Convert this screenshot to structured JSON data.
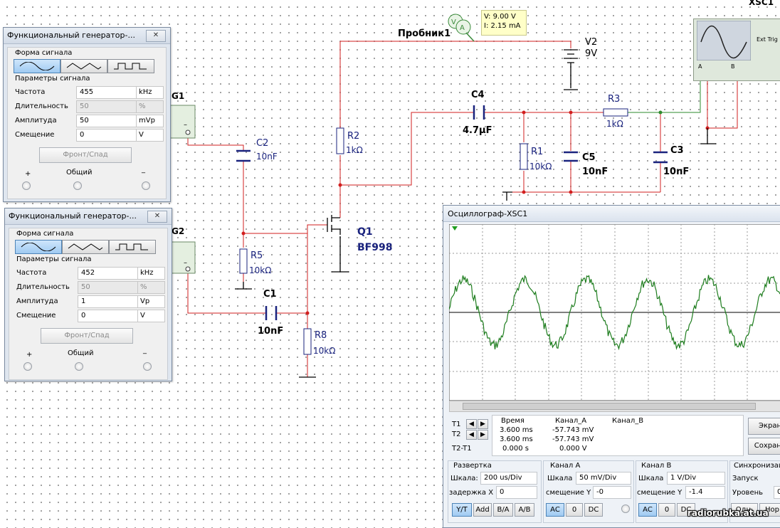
{
  "colors": {
    "wire_red": "#d21f1f",
    "wire_green": "#2e8b2e",
    "trace": "#1e7d1e",
    "component_blue": "#1a237e"
  },
  "schematic": {
    "probe_label": "Пробник1",
    "probe_tip": {
      "v": "V: 9.00 V",
      "i": "I: 2.15 mA"
    },
    "v2": {
      "name": "V2",
      "value": "9V"
    },
    "c4": {
      "name": "C4",
      "value": "4.7µF"
    },
    "r3": {
      "name": "R3",
      "value": "1kΩ"
    },
    "r2": {
      "name": "R2",
      "value": "1kΩ"
    },
    "r1": {
      "name": "R1",
      "value": "10kΩ"
    },
    "c5": {
      "name": "C5",
      "value": "10nF"
    },
    "c3": {
      "name": "C3",
      "value": "10nF"
    },
    "c2": {
      "name": "C2",
      "value": "10nF"
    },
    "q1": {
      "name": "Q1",
      "model": "BF998"
    },
    "r5": {
      "name": "R5",
      "value": "10kΩ"
    },
    "c1": {
      "name": "C1",
      "value": "10nF"
    },
    "r8": {
      "name": "R8",
      "value": "10kΩ"
    },
    "g1": "G1",
    "g2": "G2",
    "xsc1": {
      "name": "XSC1",
      "ext_trig": "Ext Trig",
      "a": "A",
      "b": "B"
    }
  },
  "fg1": {
    "title": "Функциональный генератор-...",
    "close": "✕",
    "waveform_label": "Форма сигнала",
    "params_label": "Параметры сигнала",
    "params": [
      {
        "name": "Частота",
        "value": "455",
        "unit": "kHz",
        "disabled": false
      },
      {
        "name": "Длительность",
        "value": "50",
        "unit": "%",
        "disabled": true
      },
      {
        "name": "Амплитуда",
        "value": "50",
        "unit": "mVp",
        "disabled": false
      },
      {
        "name": "Смещение",
        "value": "0",
        "unit": "V",
        "disabled": false
      }
    ],
    "front_button": "Фронт/Спад",
    "plus": "+",
    "common": "Общий",
    "minus": "_"
  },
  "fg2": {
    "title": "Функциональный генератор-...",
    "close": "✕",
    "waveform_label": "Форма сигнала",
    "params_label": "Параметры сигнала",
    "params": [
      {
        "name": "Частота",
        "value": "452",
        "unit": "kHz",
        "disabled": false
      },
      {
        "name": "Длительность",
        "value": "50",
        "unit": "%",
        "disabled": true
      },
      {
        "name": "Амплитуда",
        "value": "1",
        "unit": "Vp",
        "disabled": false
      },
      {
        "name": "Смещение",
        "value": "0",
        "unit": "V",
        "disabled": false
      }
    ],
    "front_button": "Фронт/Спад",
    "plus": "+",
    "common": "Общий",
    "minus": "_"
  },
  "osc": {
    "title": "Осциллограф-XSC1",
    "readout": {
      "headers": [
        "Время",
        "Канал_A",
        "Канал_B"
      ],
      "t1": [
        "3.600 ms",
        "-57.743 mV",
        ""
      ],
      "t2": [
        "3.600 ms",
        "-57.743 mV",
        ""
      ],
      "t2t1": [
        "0.000 s",
        "0.000 V",
        ""
      ]
    },
    "t1": "T1",
    "t2": "T2",
    "t2t1": "T2-T1",
    "screen_button": "Экран",
    "save_button": "Сохрани",
    "timebase": {
      "title": "Развертка",
      "scale_label": "Шкала:",
      "scale": "200 us/Div",
      "delay_label": "задержка X",
      "delay": "0",
      "buttons": [
        "Y/T",
        "Add",
        "B/A",
        "A/B"
      ]
    },
    "chA": {
      "title": "Канал A",
      "scale_label": "Шкала",
      "scale": "50 mV/Div",
      "offset_label": "смещение Y",
      "offset": "-0",
      "buttons": [
        "AC",
        "0",
        "DC"
      ]
    },
    "chB": {
      "title": "Канал B",
      "scale_label": "Шкала",
      "scale": "1 V/Div",
      "offset_label": "смещение Y",
      "offset": "-1.4",
      "buttons": [
        "AC",
        "0",
        "DC"
      ]
    },
    "trigger": {
      "title": "Синхронизац",
      "start_label": "Запуск",
      "level_label": "Уровень",
      "level": "0",
      "buttons": [
        "Одн.",
        "Нор"
      ]
    }
  },
  "watermark": "radiorubka.at.ua"
}
